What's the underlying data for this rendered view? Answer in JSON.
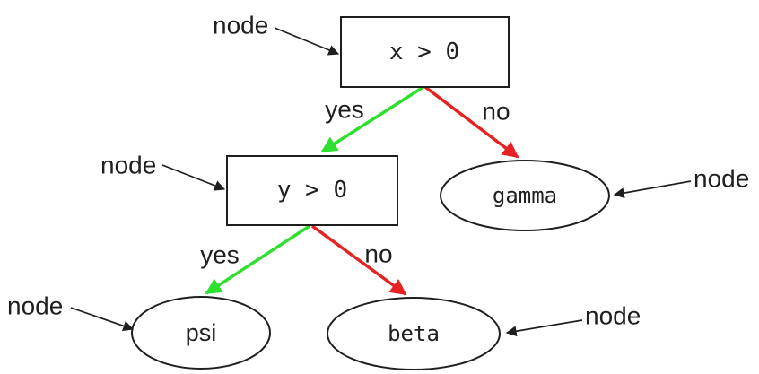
{
  "diagram": {
    "type": "decision-tree",
    "colors": {
      "background": "#ffffff",
      "outline": "#1f1f1f",
      "yes_edge": "#2ee02e",
      "no_edge": "#e62222",
      "annotation": "#1f1f1f"
    },
    "nodes": {
      "root": {
        "label": "x > 0",
        "shape": "rect"
      },
      "inner": {
        "label": "y > 0",
        "shape": "rect"
      },
      "gamma": {
        "label": "gamma",
        "shape": "ellipse"
      },
      "psi": {
        "label": "psi",
        "shape": "ellipse"
      },
      "beta": {
        "label": "beta",
        "shape": "ellipse"
      }
    },
    "edges": {
      "root_yes": {
        "label": "yes",
        "from": "x > 0",
        "to": "y > 0",
        "color_key": "yes_edge"
      },
      "root_no": {
        "label": "no",
        "from": "x > 0",
        "to": "gamma",
        "color_key": "no_edge"
      },
      "inner_yes": {
        "label": "yes",
        "from": "y > 0",
        "to": "psi",
        "color_key": "yes_edge"
      },
      "inner_no": {
        "label": "no",
        "from": "y > 0",
        "to": "beta",
        "color_key": "no_edge"
      }
    },
    "annotations": {
      "items": [
        {
          "label": "node",
          "points_to": "x > 0"
        },
        {
          "label": "node",
          "points_to": "y > 0"
        },
        {
          "label": "node",
          "points_to": "gamma"
        },
        {
          "label": "node",
          "points_to": "psi"
        },
        {
          "label": "node",
          "points_to": "beta"
        }
      ]
    }
  }
}
